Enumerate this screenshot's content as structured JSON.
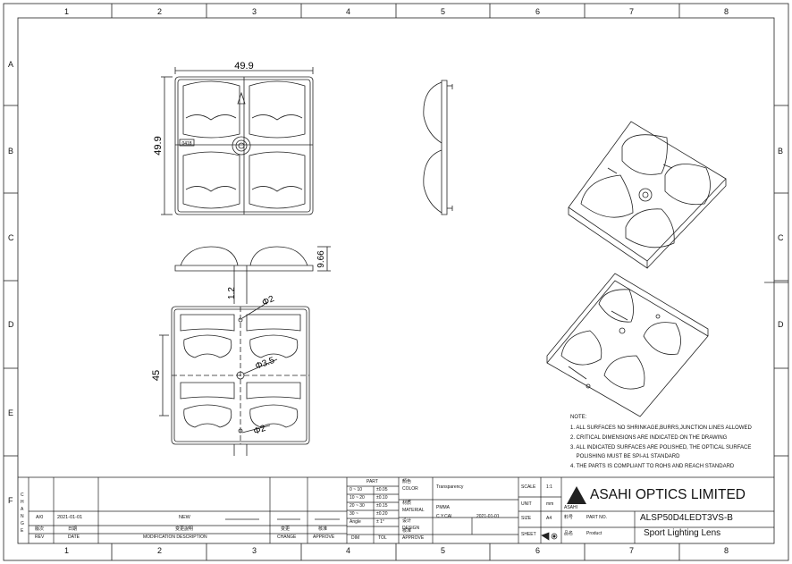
{
  "grid": {
    "columns": [
      "1",
      "2",
      "3",
      "4",
      "5",
      "6",
      "7",
      "8"
    ],
    "rows": [
      "A",
      "B",
      "C",
      "D",
      "E",
      "F"
    ]
  },
  "dimensions": {
    "width": "49.9",
    "height": "49.9",
    "thickness": "9.66",
    "base": "1.2",
    "pitch": "45",
    "hole_small": "Φ2",
    "hole_center": "Φ3.5",
    "hole_small_2": "Φ2"
  },
  "part_marking": "0418",
  "notes": {
    "title": "NOTE:",
    "items": [
      "1. ALL SURFACES NO SHRINKAGE,BURRS,JUNCTION LINES ALLOWED",
      "2. CRITICAL DIMENSIONS ARE INDICATED ON THE DRAWING",
      "3. ALL INDICATED SURFACES ARE POLISHED, THE OPTICAL SURFACE",
      "    POLISHING MUST BE SPI-A1 STANDARD",
      "4. THE PARTS IS COMPLIANT TO ROHS AND REACH STANDARD"
    ]
  },
  "title_block": {
    "change_label": [
      "C",
      "H",
      "A",
      "N",
      "G",
      "E"
    ],
    "revision": {
      "rev": "A/0",
      "date": "2021-01-01",
      "description": "NEW"
    },
    "headers": {
      "rev_cn": "版次",
      "rev": "REV",
      "date_cn": "日期",
      "date": "DATE",
      "desc_cn": "变更說明",
      "desc": "MODIFICATION DESCRIPTION",
      "change_cn": "变更",
      "change": "CHANGE",
      "approve_cn": "核准",
      "approve": "APPROVE"
    },
    "tolerance": {
      "title": "PART",
      "rows": [
        {
          "range": "0 ~ 10",
          "tol": "±0.05"
        },
        {
          "range": "10 ~ 20",
          "tol": "±0.10"
        },
        {
          "range": "20 ~ 30",
          "tol": "±0.15"
        },
        {
          "range": "30 ~",
          "tol": "±0.20"
        },
        {
          "range": "Angle",
          "tol": "± 1°"
        }
      ],
      "dim": "DIM",
      "tol": "TOL"
    },
    "color_label_cn": "顏色",
    "color_label": "COLOR",
    "color": "Transparency",
    "material_label_cn": "材质",
    "material_label": "MATERIAL",
    "material": "PMMA",
    "design_label_cn": "设计",
    "design_label": "DESIGN",
    "designer": "C.Y.CAI",
    "design_date": "2021-01-01",
    "approve_label_cn": "核准",
    "approve_label": "APPROVE",
    "scale_label": "SCALE",
    "scale": "1:1",
    "unit_label": "UNIT",
    "unit": "mm",
    "size_label": "SIZE",
    "size": "A4",
    "sheet_label": "SHEET",
    "company": "ASAHI OPTICS LIMITED",
    "logo_text": "ASAHI",
    "part_no_label_cn": "料号",
    "part_no_label": "PART NO.",
    "part_no": "ALSP50D4LEDT3VS-B",
    "product_label_cn": "品名",
    "product_label": "Product",
    "product": "Sport Lighting Lens"
  }
}
